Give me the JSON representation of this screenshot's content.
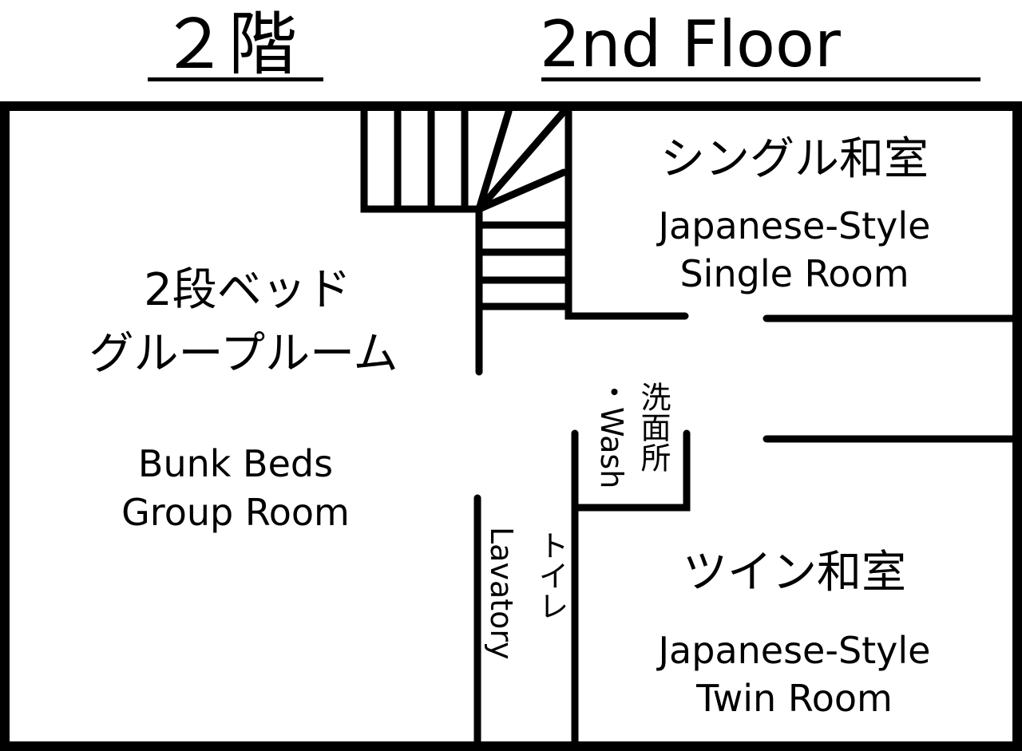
{
  "header": {
    "title_jp": "２階",
    "title_en": "2nd Floor"
  },
  "rooms": {
    "group_room": {
      "name_jp_line1": "2段ベッド",
      "name_jp_line2": "グループルーム",
      "name_en_line1": "Bunk Beds",
      "name_en_line2": "Group Room"
    },
    "single_room": {
      "name_jp": "シングル和室",
      "name_en_line1": "Japanese-Style",
      "name_en_line2": "Single Room"
    },
    "twin_room": {
      "name_jp": "ツイン和室",
      "name_en_line1": "Japanese-Style",
      "name_en_line2": "Twin Room"
    },
    "washroom": {
      "name_jp": "洗面所",
      "name_en": "・Wash"
    },
    "lavatory": {
      "name_jp": "トイレ",
      "name_en": "Lavatory"
    }
  },
  "colors": {
    "wall": "#000000",
    "background": "#ffffff"
  }
}
